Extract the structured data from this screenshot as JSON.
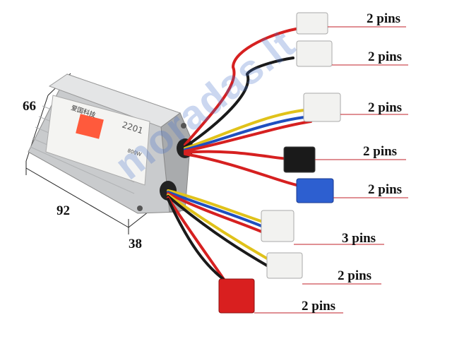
{
  "dimensions": {
    "height": "66",
    "width": "92",
    "depth": "38"
  },
  "connector_labels": [
    "2 pins",
    "2 pins",
    "2 pins",
    "2 pins",
    "2 pins",
    "3 pins",
    "2 pins",
    "2 pins"
  ],
  "watermark": "moradas.lt",
  "product_label": {
    "brand_text": "爱国科技",
    "model": "2201",
    "power": "800W"
  },
  "colors": {
    "housing": "#cfd1d3",
    "red": "#d62020",
    "blue": "#1f4fbf",
    "yellow": "#e0c21a",
    "black": "#1a1a1a",
    "connector_white": "#f2f2f0",
    "connector_red": "#d91f1f",
    "connector_blue": "#2d5fd0"
  }
}
